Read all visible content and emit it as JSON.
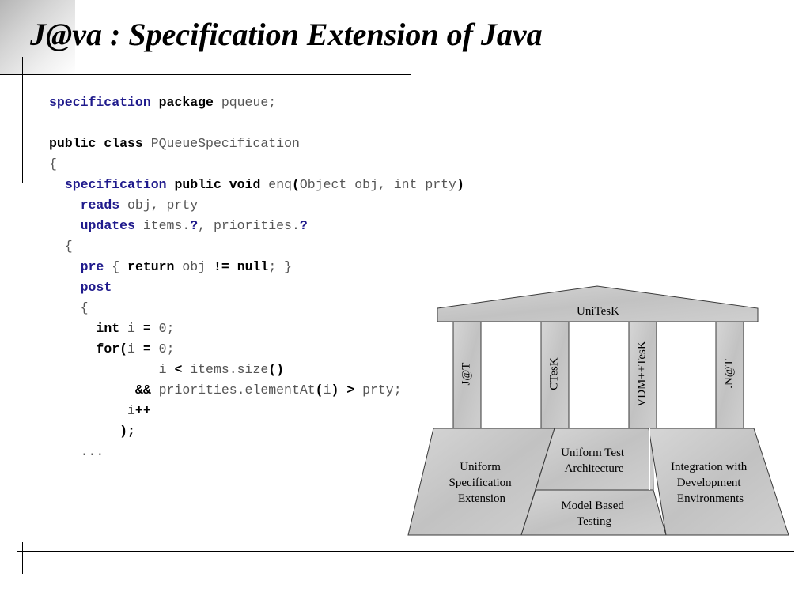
{
  "slide": {
    "title": "J@va : Specification Extension of Java"
  },
  "code_lines": [
    [
      {
        "t": "",
        "c": "t"
      },
      {
        "t": "specification",
        "c": "kw"
      },
      {
        "t": " ",
        "c": "t"
      },
      {
        "t": "package",
        "c": "b"
      },
      {
        "t": " pqueue;",
        "c": "t"
      }
    ],
    [],
    [
      {
        "t": "public",
        "c": "b"
      },
      {
        "t": " ",
        "c": "t"
      },
      {
        "t": "class",
        "c": "b"
      },
      {
        "t": " PQueueSpecification",
        "c": "t"
      }
    ],
    [
      {
        "t": "{",
        "c": "t"
      }
    ],
    [
      {
        "t": "  ",
        "c": "t"
      },
      {
        "t": "specification",
        "c": "kw"
      },
      {
        "t": " ",
        "c": "t"
      },
      {
        "t": "public",
        "c": "b"
      },
      {
        "t": " ",
        "c": "t"
      },
      {
        "t": "void",
        "c": "b"
      },
      {
        "t": " enq",
        "c": "t"
      },
      {
        "t": "(",
        "c": "o"
      },
      {
        "t": "Object obj, int prty",
        "c": "t"
      },
      {
        "t": ")",
        "c": "o"
      }
    ],
    [
      {
        "t": "    ",
        "c": "t"
      },
      {
        "t": "reads",
        "c": "kw"
      },
      {
        "t": " obj, prty",
        "c": "t"
      }
    ],
    [
      {
        "t": "    ",
        "c": "t"
      },
      {
        "t": "updates",
        "c": "kw"
      },
      {
        "t": " items.",
        "c": "t"
      },
      {
        "t": "?",
        "c": "kw"
      },
      {
        "t": ", priorities.",
        "c": "t"
      },
      {
        "t": "?",
        "c": "kw"
      }
    ],
    [
      {
        "t": "  {",
        "c": "t"
      }
    ],
    [
      {
        "t": "    ",
        "c": "t"
      },
      {
        "t": "pre",
        "c": "kw"
      },
      {
        "t": " { ",
        "c": "t"
      },
      {
        "t": "return",
        "c": "b"
      },
      {
        "t": " obj ",
        "c": "t"
      },
      {
        "t": "!=",
        "c": "o"
      },
      {
        "t": " ",
        "c": "t"
      },
      {
        "t": "null",
        "c": "b"
      },
      {
        "t": "; }",
        "c": "t"
      }
    ],
    [
      {
        "t": "    ",
        "c": "t"
      },
      {
        "t": "post",
        "c": "kw"
      }
    ],
    [
      {
        "t": "    {",
        "c": "t"
      }
    ],
    [
      {
        "t": "      ",
        "c": "t"
      },
      {
        "t": "int",
        "c": "b"
      },
      {
        "t": " i ",
        "c": "t"
      },
      {
        "t": "=",
        "c": "o"
      },
      {
        "t": " 0;",
        "c": "t"
      }
    ],
    [
      {
        "t": "      ",
        "c": "t"
      },
      {
        "t": "for",
        "c": "b"
      },
      {
        "t": "(",
        "c": "o"
      },
      {
        "t": "i ",
        "c": "t"
      },
      {
        "t": "=",
        "c": "o"
      },
      {
        "t": " 0;",
        "c": "t"
      }
    ],
    [
      {
        "t": "              i ",
        "c": "t"
      },
      {
        "t": "<",
        "c": "o"
      },
      {
        "t": " items.size",
        "c": "t"
      },
      {
        "t": "()",
        "c": "o"
      }
    ],
    [
      {
        "t": "           ",
        "c": "t"
      },
      {
        "t": "&&",
        "c": "o"
      },
      {
        "t": " priorities.elementAt",
        "c": "t"
      },
      {
        "t": "(",
        "c": "o"
      },
      {
        "t": "i",
        "c": "t"
      },
      {
        "t": ")",
        "c": "o"
      },
      {
        "t": " ",
        "c": "t"
      },
      {
        "t": ">",
        "c": "o"
      },
      {
        "t": " prty;",
        "c": "t"
      }
    ],
    [
      {
        "t": "          i",
        "c": "t"
      },
      {
        "t": "++",
        "c": "o"
      }
    ],
    [
      {
        "t": "         ",
        "c": "t"
      },
      {
        "t": ");",
        "c": "o"
      }
    ],
    [
      {
        "t": "    ...",
        "c": "t"
      }
    ]
  ],
  "diagram": {
    "roof_label": "UniTesK",
    "pillars": [
      "J@T",
      "CTesK",
      "VDM++TesK",
      ".N@T"
    ],
    "base": {
      "left": [
        "Uniform",
        "Specification",
        "Extension"
      ],
      "center_top": [
        "Uniform Test",
        "Architecture"
      ],
      "center_bottom": [
        "Model Based",
        "Testing"
      ],
      "right": [
        "Integration with",
        "Development",
        "Environments"
      ]
    },
    "colors": {
      "stone": "#c8c8c8",
      "stroke": "#3a3a3a"
    }
  }
}
